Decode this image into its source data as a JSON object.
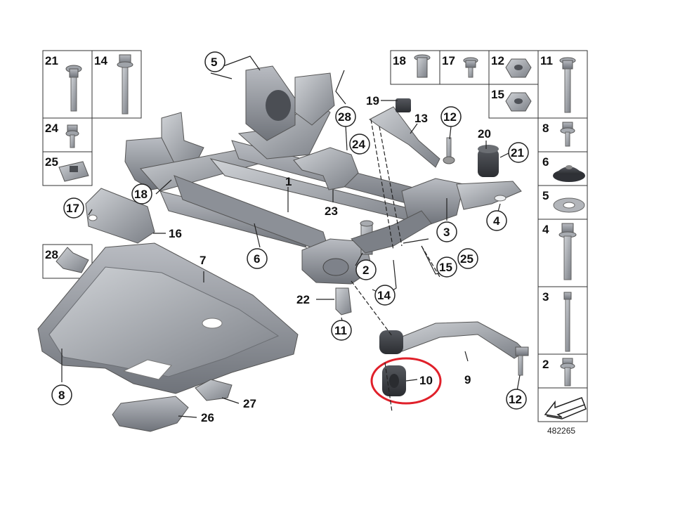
{
  "diagram_id": "482265",
  "left_table": {
    "cells": [
      "21",
      "14",
      "24",
      "25",
      "28"
    ]
  },
  "top_right_table": {
    "cells": [
      "18",
      "17",
      "12",
      "15",
      "11"
    ]
  },
  "right_column": {
    "cells": [
      "8",
      "6",
      "5",
      "4",
      "3",
      "2"
    ]
  },
  "callouts": {
    "c5": "5",
    "c28": "28",
    "c24": "24",
    "c18": "18",
    "c1": "1",
    "c23": "23",
    "c6": "6",
    "c17": "17",
    "c16": "16",
    "c7": "7",
    "c22": "22",
    "c11": "11",
    "c2": "2",
    "c14": "14",
    "c3": "3",
    "c4": "4",
    "c15": "15",
    "c25": "25",
    "c19": "19",
    "c13": "13",
    "c12a": "12",
    "c20": "20",
    "c21": "21",
    "c9": "9",
    "c10": "10",
    "c12b": "12",
    "c8": "8",
    "c27": "27",
    "c26": "26"
  },
  "colors": {
    "part_gray": "#8e9299",
    "part_dark": "#5d6168",
    "part_light": "#c4c7cc",
    "line": "#222222",
    "highlight": "#e0202a"
  }
}
